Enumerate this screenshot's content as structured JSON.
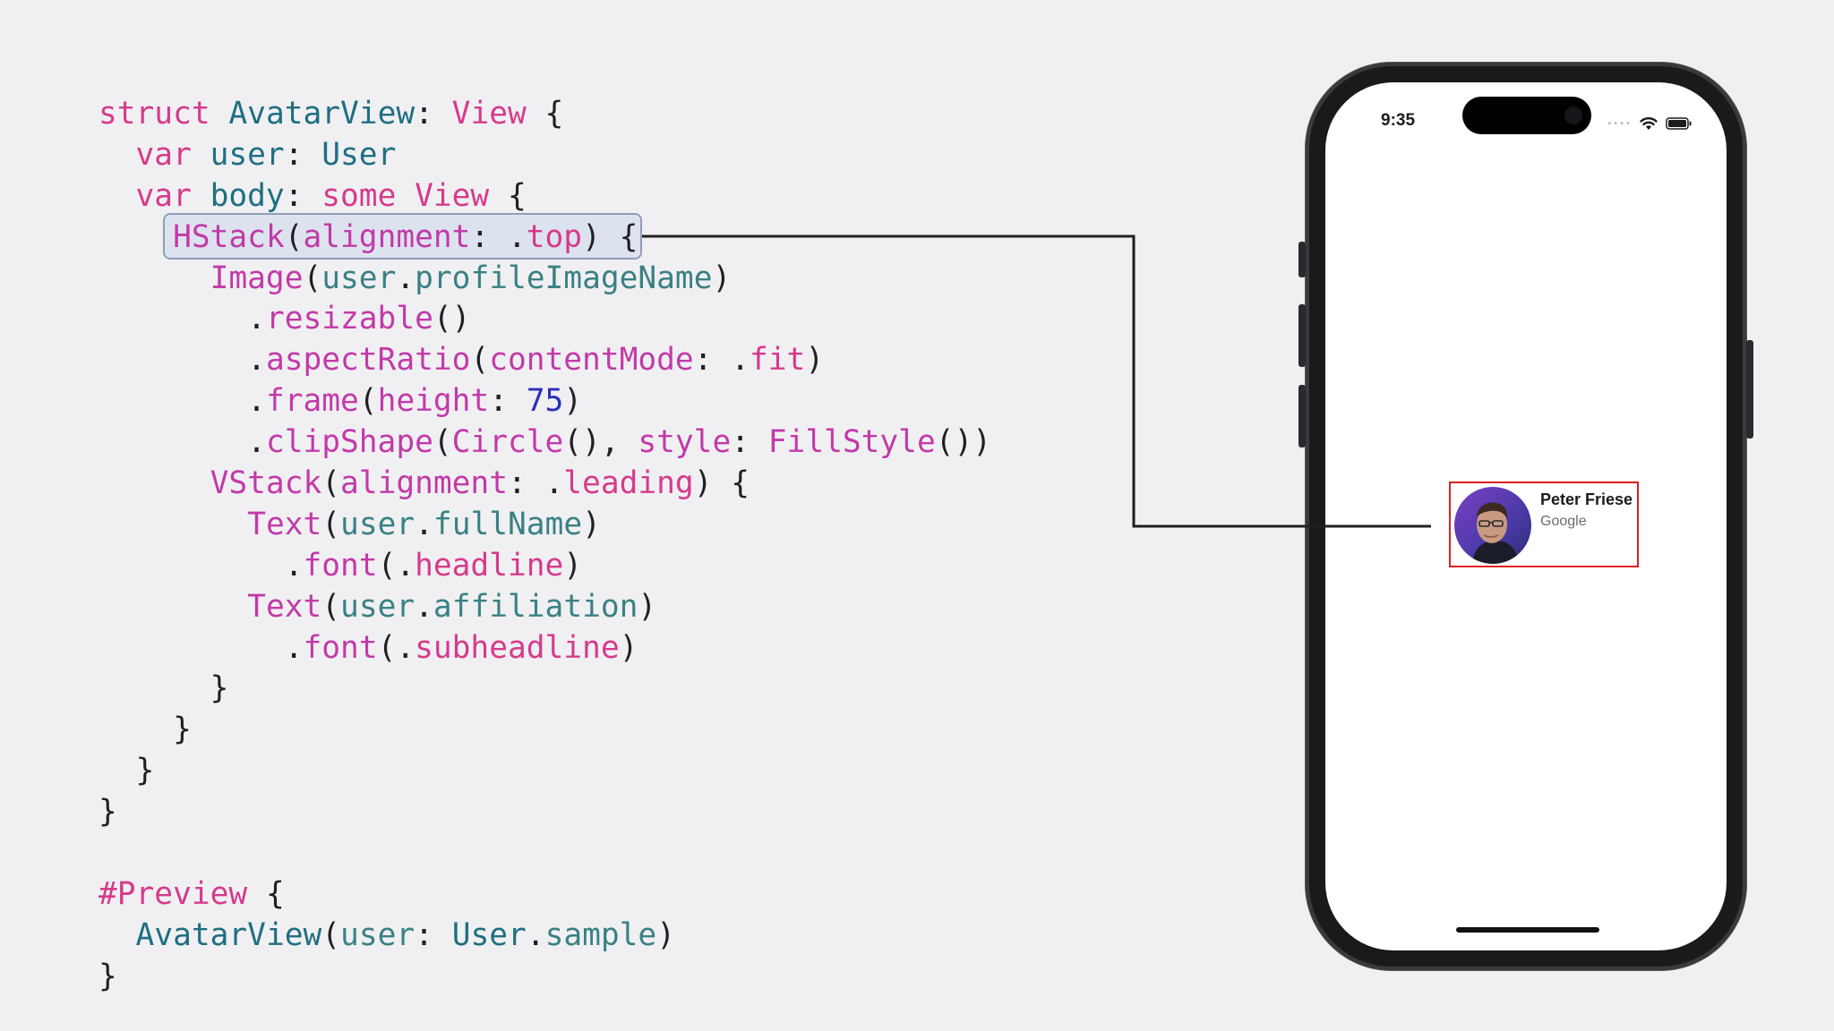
{
  "code": {
    "lines": [
      [
        {
          "t": "struct ",
          "c": "kw"
        },
        {
          "t": "AvatarView",
          "c": "ty"
        },
        {
          "t": ": ",
          "c": "plain"
        },
        {
          "t": "View",
          "c": "kw"
        },
        {
          "t": " {",
          "c": "plain"
        }
      ],
      [
        {
          "t": "  var ",
          "c": "kw"
        },
        {
          "t": "user",
          "c": "ty"
        },
        {
          "t": ": ",
          "c": "plain"
        },
        {
          "t": "User",
          "c": "ty"
        }
      ],
      [
        {
          "t": "  var ",
          "c": "kw"
        },
        {
          "t": "body",
          "c": "ty"
        },
        {
          "t": ": ",
          "c": "plain"
        },
        {
          "t": "some View",
          "c": "kw"
        },
        {
          "t": " {",
          "c": "plain"
        }
      ],
      [
        {
          "t": "    ",
          "c": "plain"
        },
        {
          "t": "HStack",
          "c": "fn"
        },
        {
          "t": "(",
          "c": "plain"
        },
        {
          "t": "alignment",
          "c": "fn"
        },
        {
          "t": ": .",
          "c": "plain"
        },
        {
          "t": "top",
          "c": "kw"
        },
        {
          "t": ") {",
          "c": "plain"
        }
      ],
      [
        {
          "t": "      ",
          "c": "plain"
        },
        {
          "t": "Image",
          "c": "fn"
        },
        {
          "t": "(",
          "c": "plain"
        },
        {
          "t": "user",
          "c": "prop"
        },
        {
          "t": ".",
          "c": "plain"
        },
        {
          "t": "profileImageName",
          "c": "prop"
        },
        {
          "t": ")",
          "c": "plain"
        }
      ],
      [
        {
          "t": "        .",
          "c": "plain"
        },
        {
          "t": "resizable",
          "c": "fn"
        },
        {
          "t": "()",
          "c": "plain"
        }
      ],
      [
        {
          "t": "        .",
          "c": "plain"
        },
        {
          "t": "aspectRatio",
          "c": "fn"
        },
        {
          "t": "(",
          "c": "plain"
        },
        {
          "t": "contentMode",
          "c": "fn"
        },
        {
          "t": ": .",
          "c": "plain"
        },
        {
          "t": "fit",
          "c": "kw"
        },
        {
          "t": ")",
          "c": "plain"
        }
      ],
      [
        {
          "t": "        .",
          "c": "plain"
        },
        {
          "t": "frame",
          "c": "fn"
        },
        {
          "t": "(",
          "c": "plain"
        },
        {
          "t": "height",
          "c": "fn"
        },
        {
          "t": ": ",
          "c": "plain"
        },
        {
          "t": "75",
          "c": "num"
        },
        {
          "t": ")",
          "c": "plain"
        }
      ],
      [
        {
          "t": "        .",
          "c": "plain"
        },
        {
          "t": "clipShape",
          "c": "fn"
        },
        {
          "t": "(",
          "c": "plain"
        },
        {
          "t": "Circle",
          "c": "fn"
        },
        {
          "t": "(), ",
          "c": "plain"
        },
        {
          "t": "style",
          "c": "fn"
        },
        {
          "t": ": ",
          "c": "plain"
        },
        {
          "t": "FillStyle",
          "c": "fn"
        },
        {
          "t": "())",
          "c": "plain"
        }
      ],
      [
        {
          "t": "      ",
          "c": "plain"
        },
        {
          "t": "VStack",
          "c": "fn"
        },
        {
          "t": "(",
          "c": "plain"
        },
        {
          "t": "alignment",
          "c": "fn"
        },
        {
          "t": ": .",
          "c": "plain"
        },
        {
          "t": "leading",
          "c": "kw"
        },
        {
          "t": ") {",
          "c": "plain"
        }
      ],
      [
        {
          "t": "        ",
          "c": "plain"
        },
        {
          "t": "Text",
          "c": "fn"
        },
        {
          "t": "(",
          "c": "plain"
        },
        {
          "t": "user",
          "c": "prop"
        },
        {
          "t": ".",
          "c": "plain"
        },
        {
          "t": "fullName",
          "c": "prop"
        },
        {
          "t": ")",
          "c": "plain"
        }
      ],
      [
        {
          "t": "          .",
          "c": "plain"
        },
        {
          "t": "font",
          "c": "fn"
        },
        {
          "t": "(.",
          "c": "plain"
        },
        {
          "t": "headline",
          "c": "kw"
        },
        {
          "t": ")",
          "c": "plain"
        }
      ],
      [
        {
          "t": "        ",
          "c": "plain"
        },
        {
          "t": "Text",
          "c": "fn"
        },
        {
          "t": "(",
          "c": "plain"
        },
        {
          "t": "user",
          "c": "prop"
        },
        {
          "t": ".",
          "c": "plain"
        },
        {
          "t": "affiliation",
          "c": "prop"
        },
        {
          "t": ")",
          "c": "plain"
        }
      ],
      [
        {
          "t": "          .",
          "c": "plain"
        },
        {
          "t": "font",
          "c": "fn"
        },
        {
          "t": "(.",
          "c": "plain"
        },
        {
          "t": "subheadline",
          "c": "kw"
        },
        {
          "t": ")",
          "c": "plain"
        }
      ],
      [
        {
          "t": "      }",
          "c": "plain"
        }
      ],
      [
        {
          "t": "    }",
          "c": "plain"
        }
      ],
      [
        {
          "t": "  }",
          "c": "plain"
        }
      ],
      [
        {
          "t": "}",
          "c": "plain"
        }
      ],
      [],
      [
        {
          "t": "#Preview",
          "c": "kw"
        },
        {
          "t": " {",
          "c": "plain"
        }
      ],
      [
        {
          "t": "  ",
          "c": "plain"
        },
        {
          "t": "AvatarView",
          "c": "ty"
        },
        {
          "t": "(",
          "c": "plain"
        },
        {
          "t": "user",
          "c": "prop"
        },
        {
          "t": ": ",
          "c": "plain"
        },
        {
          "t": "User",
          "c": "ty"
        },
        {
          "t": ".",
          "c": "plain"
        },
        {
          "t": "sample",
          "c": "prop"
        },
        {
          "t": ")",
          "c": "plain"
        }
      ],
      [
        {
          "t": "}",
          "c": "plain"
        }
      ]
    ],
    "highlighted_line": 3
  },
  "phone": {
    "status": {
      "time": "9:35"
    },
    "avatar_view": {
      "full_name": "Peter Friese",
      "affiliation": "Google"
    }
  },
  "colors": {
    "keyword": "#d63a8c",
    "type": "#1f6f80",
    "function": "#c23aa8",
    "property": "#3a8184",
    "number": "#2b2fb8",
    "highlight_bg": "#dde3ee",
    "selection_border": "#e02020"
  },
  "icons": [
    "wifi-icon",
    "battery-icon",
    "cellular-signal-icon",
    "profile-photo"
  ]
}
